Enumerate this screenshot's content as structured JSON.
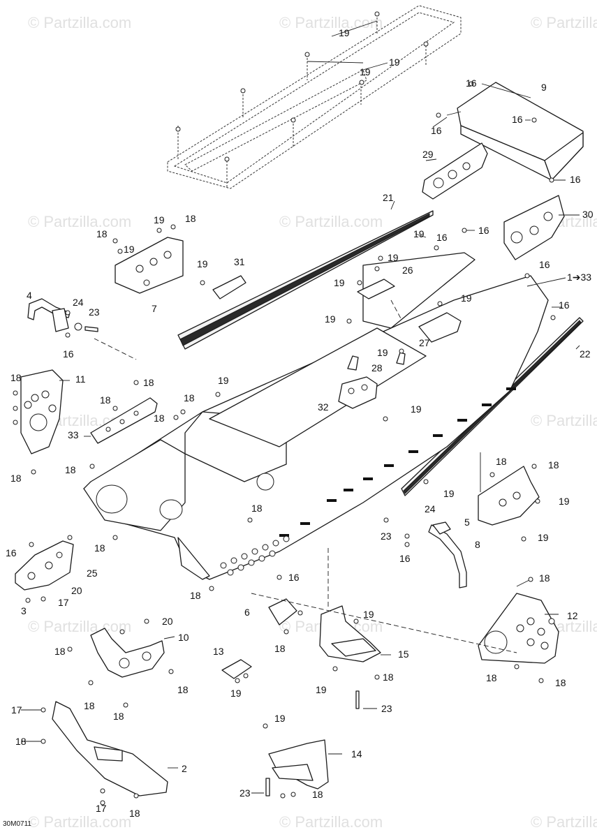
{
  "diagram": {
    "code": "30M0711",
    "watermark": "© Partzilla.com",
    "callouts": {
      "c19a": "19",
      "c19b": "19",
      "c19c": "19",
      "c16a": "16",
      "c9": "9",
      "c16b": "16",
      "c16c": "16",
      "c16d": "16",
      "c29": "29",
      "c30": "30",
      "c21": "21",
      "c19d": "19",
      "c16e": "16",
      "c16f": "16",
      "c19e": "19",
      "c18a": "18",
      "c18b": "18",
      "c19f": "19",
      "c7": "7",
      "c19g": "19",
      "c31": "31",
      "c19h": "19",
      "c19i": "19",
      "c26": "26",
      "c16g": "16",
      "c1to33": "1➔33",
      "c4": "4",
      "c24a": "24",
      "c23a": "23",
      "c16h": "16",
      "c19j": "19",
      "c19k": "19",
      "c16i": "16",
      "c22": "22",
      "c19l": "19",
      "c27": "27",
      "c19m": "19",
      "c28": "28",
      "c32": "32",
      "c18c": "18",
      "c11": "11",
      "c18d": "18",
      "c18e": "18",
      "c18f": "18",
      "c18g": "18",
      "c33": "33",
      "c18h": "18",
      "c19n": "19",
      "c19o": "19",
      "c18i": "18",
      "c18j": "18",
      "c18k": "18",
      "c19p": "19",
      "c18l": "18",
      "c19q": "19",
      "c8": "8",
      "c19r": "19",
      "c24b": "24",
      "c5": "5",
      "c23b": "23",
      "c16j": "16",
      "c18m": "18",
      "c16k": "16",
      "c25": "25",
      "c20a": "20",
      "c3": "3",
      "c17a": "17",
      "c18n": "18",
      "c16l": "16",
      "c6": "6",
      "c18o": "18",
      "c19s": "19",
      "c18p": "18",
      "c12": "12",
      "c20b": "20",
      "c10": "10",
      "c18q": "18",
      "c13": "13",
      "c19t": "19",
      "c15": "15",
      "c19u": "19",
      "c18r": "18",
      "c18s": "18",
      "c18t": "18",
      "c18u": "18",
      "c18v": "18",
      "c17b": "17",
      "c18w": "18",
      "c23c": "23",
      "c19v": "19",
      "c14": "14",
      "c2": "2",
      "c23d": "23",
      "c18x": "18",
      "c17c": "17",
      "c18y": "18"
    }
  }
}
